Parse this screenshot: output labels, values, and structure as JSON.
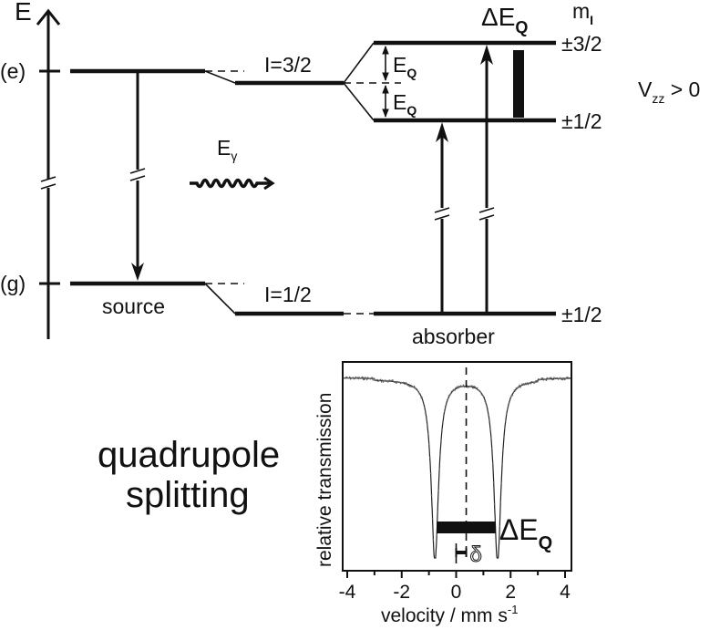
{
  "energy_diagram": {
    "axis_label": "E",
    "excited_label": "(e)",
    "ground_label": "(g)",
    "source_label": "source",
    "absorber_label": "absorber",
    "excited_spin": "I=3/2",
    "ground_spin": "I=1/2",
    "gamma_label": "E",
    "gamma_sub": "γ",
    "eq_label": "E",
    "eq_sub": "Q",
    "delta_eq_label": "ΔE",
    "delta_eq_sub": "Q",
    "mi_label": "m",
    "mi_sub": "I",
    "levels": {
      "upper": "±3/2",
      "middle": "±1/2",
      "lower": "±1/2"
    },
    "vzz_label": "V",
    "vzz_sub": "zz",
    "vzz_rel": " > 0"
  },
  "title": {
    "line1": "quadrupole",
    "line2": "splitting"
  },
  "chart_data": {
    "type": "line",
    "title": "",
    "xlabel": "velocity / mm s",
    "xlabel_sup": "-1",
    "ylabel": "relative transmission",
    "xlim": [
      -4.2,
      4.2
    ],
    "ylim": [
      0.0,
      1.0
    ],
    "x_ticks": [
      -4,
      -2,
      0,
      2,
      4
    ],
    "x_tick_labels": [
      "-4",
      "-2",
      "0",
      "2",
      "4"
    ],
    "grid": false,
    "isomer_shift": 0.37,
    "quadrupole_splitting": 2.3,
    "peaks": [
      {
        "center": -0.78,
        "depth": 0.93,
        "hwhm": 0.16
      },
      {
        "center": 1.52,
        "depth": 0.93,
        "hwhm": 0.16
      }
    ],
    "baseline": 0.93,
    "annotations": {
      "delta_eq": "ΔE",
      "delta_eq_sub": "Q",
      "delta": "δ"
    }
  }
}
